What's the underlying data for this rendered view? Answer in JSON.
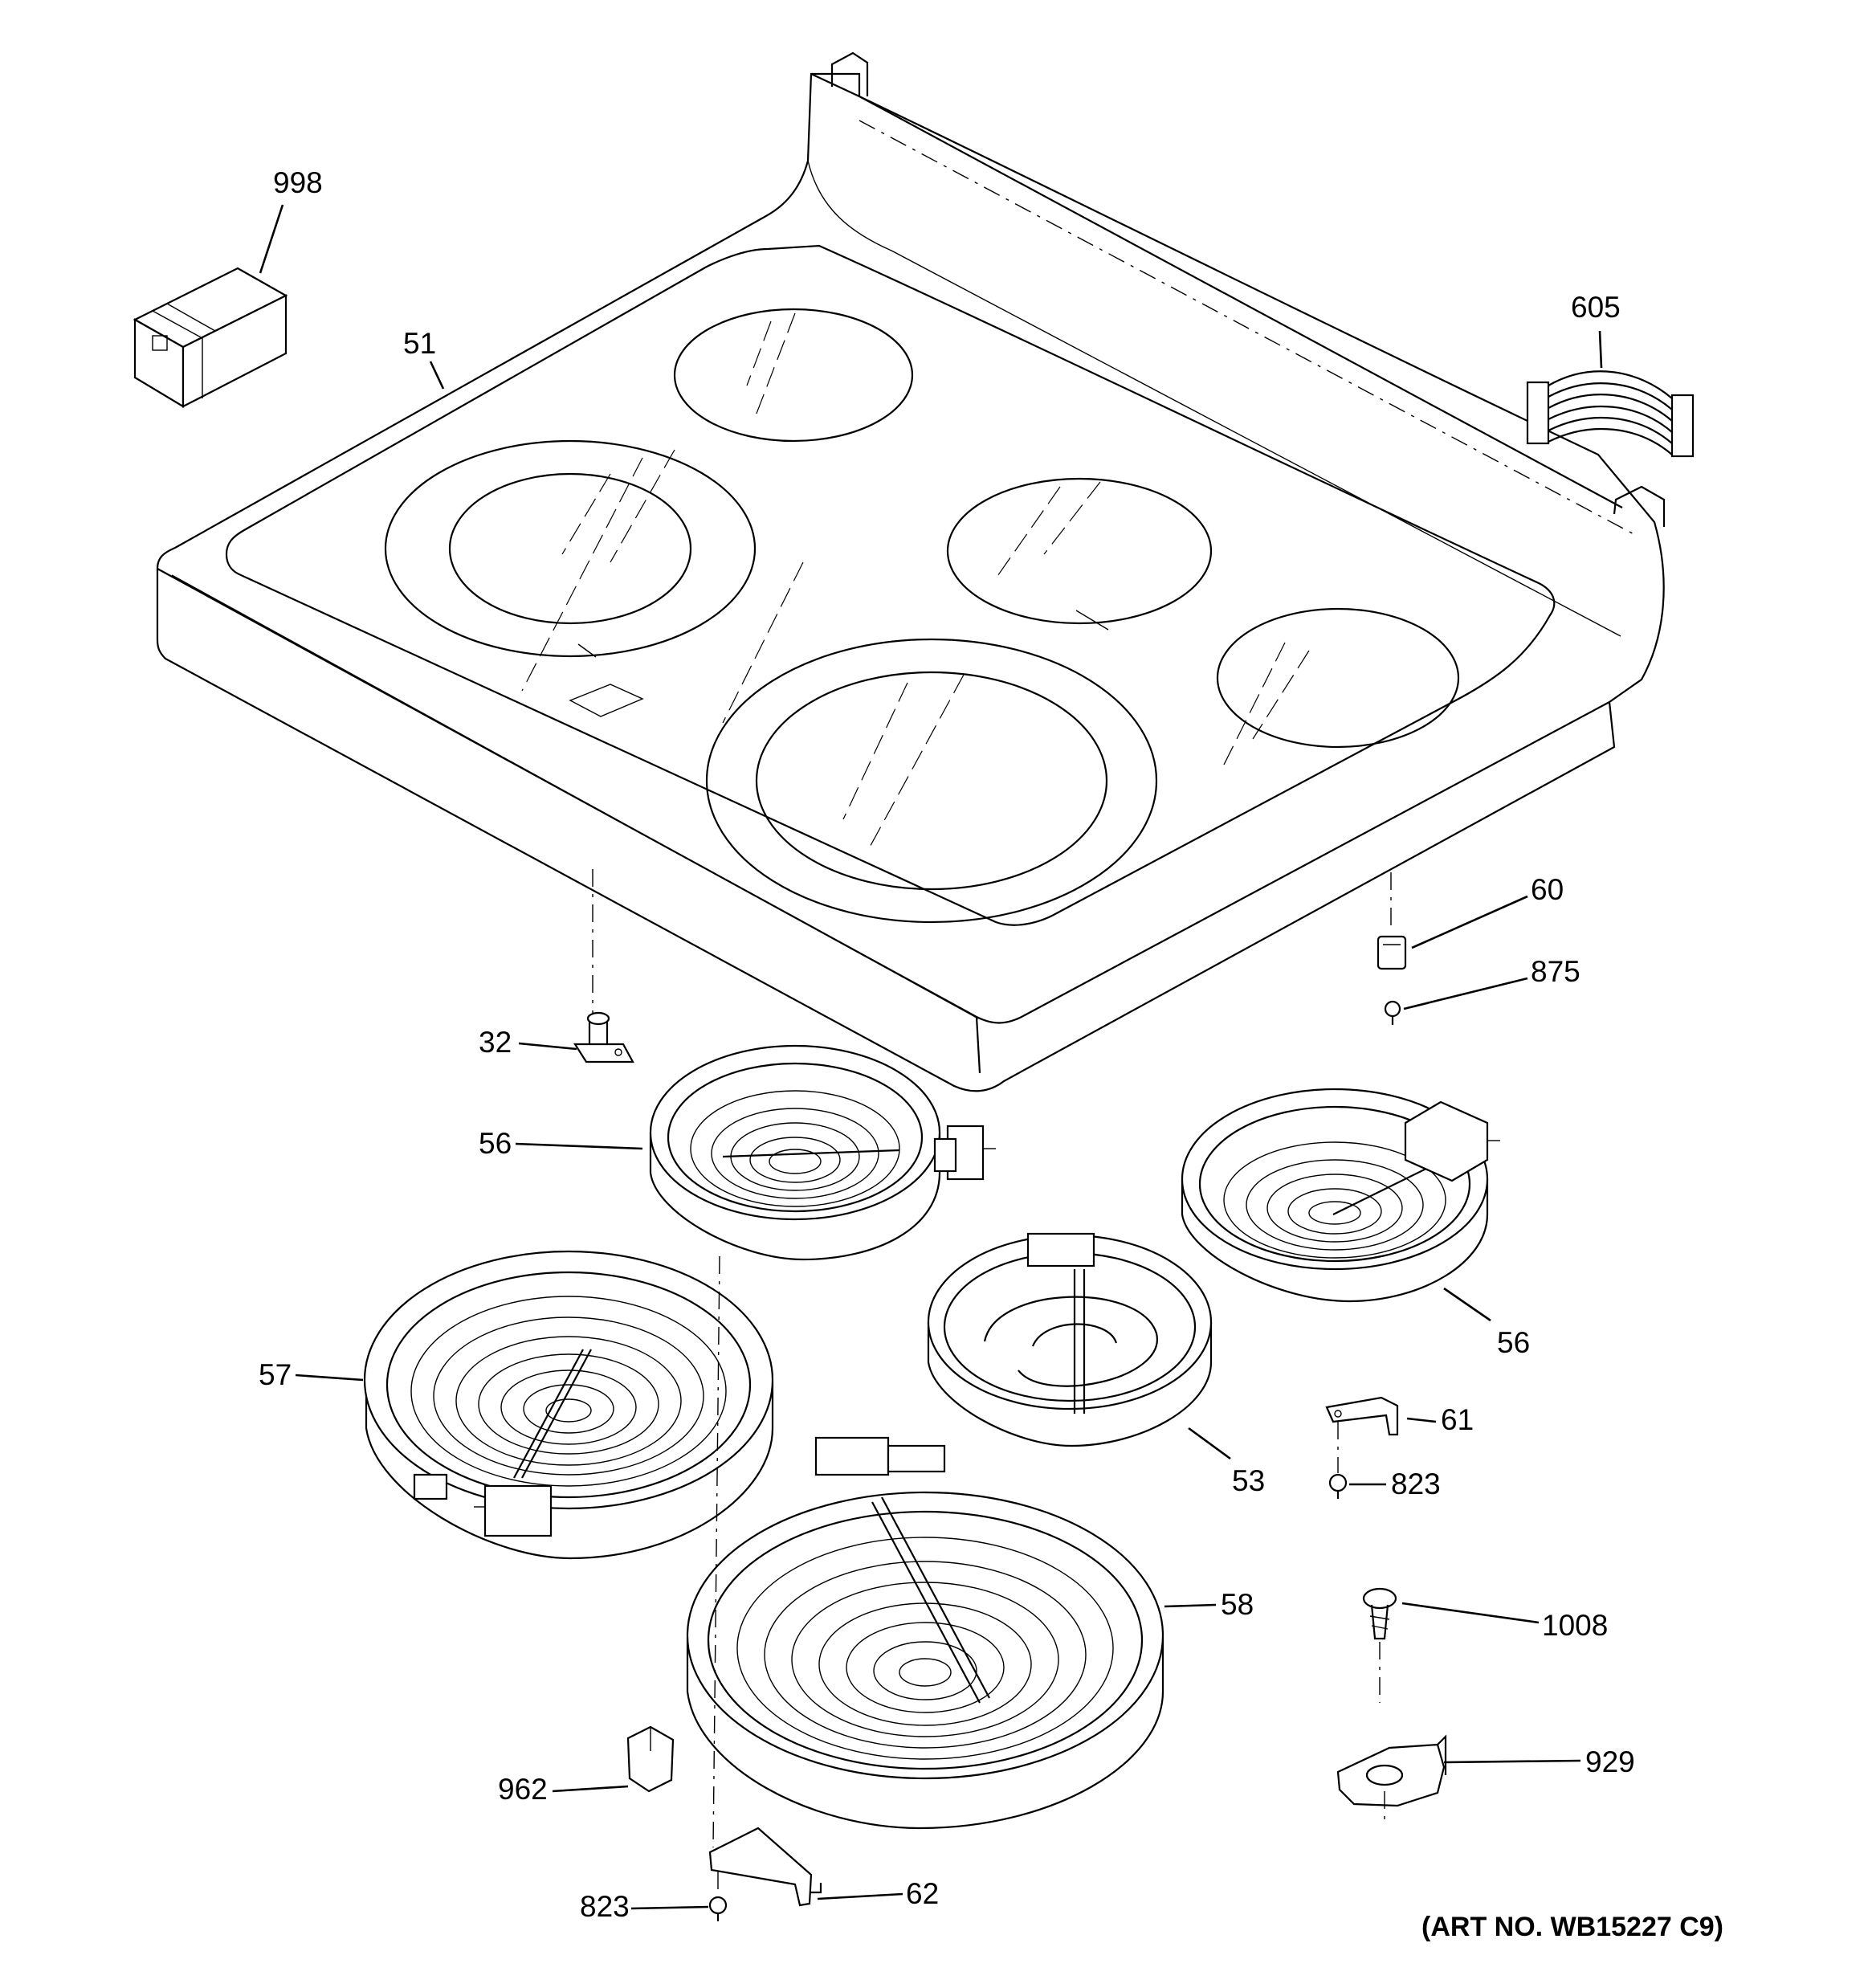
{
  "diagram": {
    "art_number": "(ART NO. WB15227 C9)",
    "callouts": [
      {
        "id": "998",
        "text": "998"
      },
      {
        "id": "51",
        "text": "51"
      },
      {
        "id": "605",
        "text": "605"
      },
      {
        "id": "60",
        "text": "60"
      },
      {
        "id": "875",
        "text": "875"
      },
      {
        "id": "32",
        "text": "32"
      },
      {
        "id": "56a",
        "text": "56"
      },
      {
        "id": "56b",
        "text": "56"
      },
      {
        "id": "57",
        "text": "57"
      },
      {
        "id": "53",
        "text": "53"
      },
      {
        "id": "61",
        "text": "61"
      },
      {
        "id": "823a",
        "text": "823"
      },
      {
        "id": "58",
        "text": "58"
      },
      {
        "id": "1008",
        "text": "1008"
      },
      {
        "id": "929",
        "text": "929"
      },
      {
        "id": "962",
        "text": "962"
      },
      {
        "id": "62",
        "text": "62"
      },
      {
        "id": "823b",
        "text": "823"
      }
    ]
  }
}
